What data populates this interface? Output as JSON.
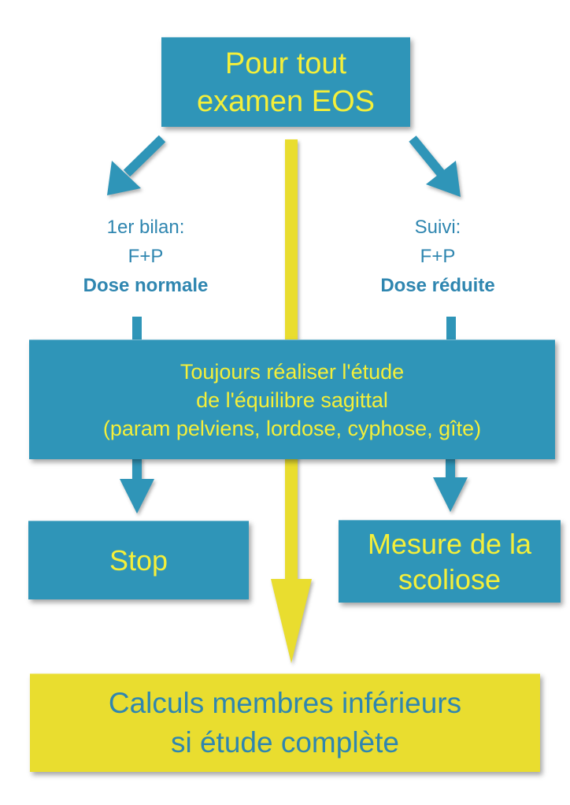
{
  "top_box": {
    "line1": "Pour tout",
    "line2": "examen EOS"
  },
  "left_branch": {
    "line1": "1er bilan:",
    "line2": "F+P",
    "line3": "Dose normale"
  },
  "right_branch": {
    "line1": "Suivi:",
    "line2": "F+P",
    "line3": "Dose réduite"
  },
  "middle_box": {
    "line1": "Toujours réaliser l'étude",
    "line2": "de l'équilibre sagittal",
    "line3": "(param pelviens, lordose, cyphose, gîte)"
  },
  "stop_box": {
    "label": "Stop"
  },
  "mesure_box": {
    "line1": "Mesure de la",
    "line2": "scoliose"
  },
  "bottom_box": {
    "line1": "Calculs membres inférieurs",
    "line2": "si étude complète"
  },
  "colors": {
    "teal": "#2f95b8",
    "yellow": "#e9dd2f",
    "yellow_text": "#f4ef3a",
    "blue_text": "#2f86b0"
  }
}
